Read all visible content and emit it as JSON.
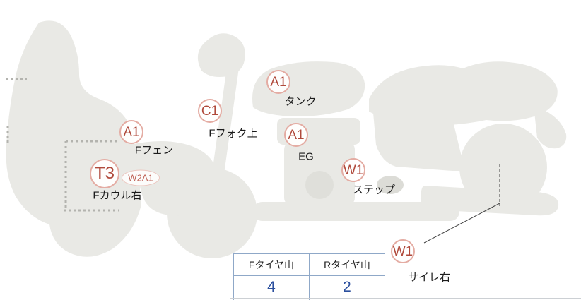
{
  "diagram": {
    "title_hint": "motorcycle-condition-diagram",
    "colors": {
      "marker_text": "#b04a3c",
      "marker_ring": "#e4aca3",
      "silhouette": "#e9e9e5",
      "value_blue": "#2b4f9e",
      "table_border": "#8fa8c8"
    },
    "annotations": [
      {
        "code": "A1",
        "label": "Fフェン"
      },
      {
        "code": "C1",
        "label": "Fフォク上"
      },
      {
        "code": "A1",
        "label": "タンク"
      },
      {
        "code": "A1",
        "label": "EG"
      },
      {
        "code": "T3",
        "extra": "W2A1",
        "label": "Fカウル右"
      },
      {
        "code": "W1",
        "label": "ステップ"
      },
      {
        "code": "W1",
        "label": "サイレ右"
      }
    ]
  },
  "tire_table": {
    "headers": [
      "Fタイヤ山",
      "Rタイヤ山"
    ],
    "values": [
      "4",
      "2"
    ]
  }
}
